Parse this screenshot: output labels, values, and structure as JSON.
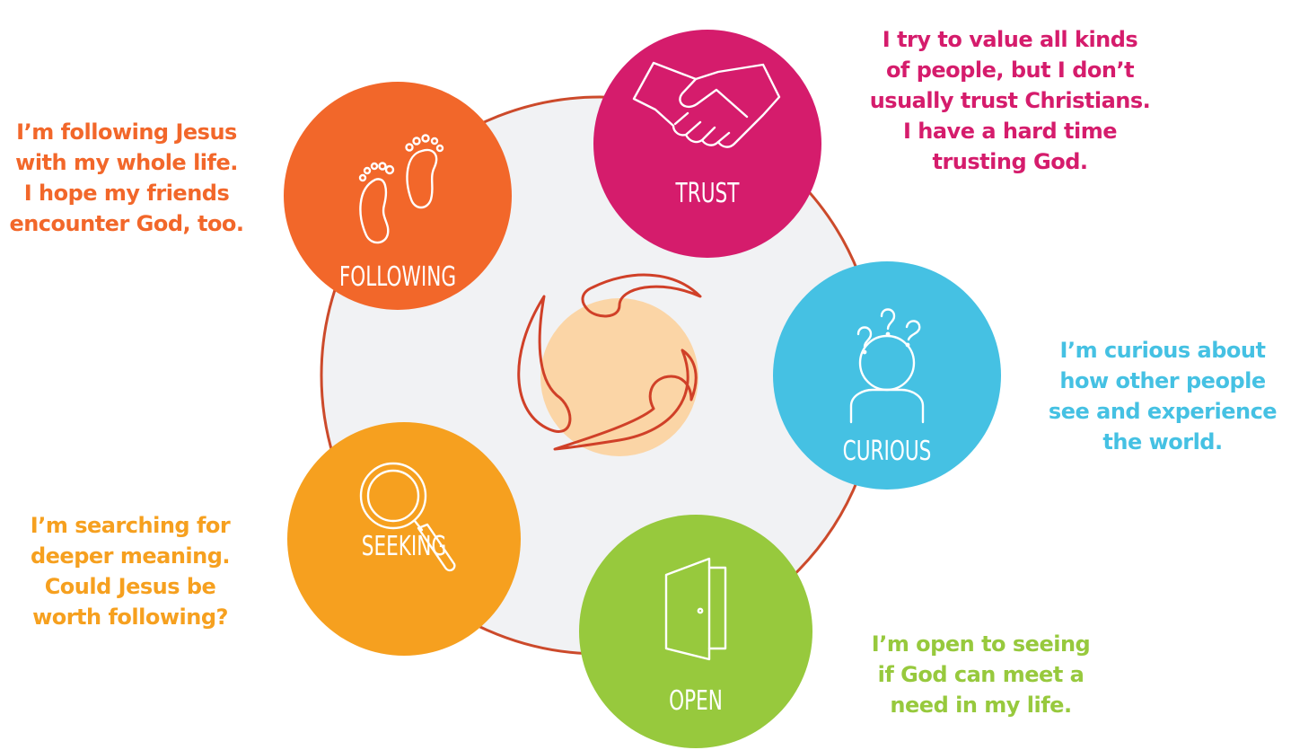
{
  "colors": {
    "following": "#f2672a",
    "trust": "#d51c6c",
    "curious": "#45c1e3",
    "open": "#97c93d",
    "seeking": "#f6a01f",
    "ring": "#cc4a2b",
    "center_fill": "#f1f2f4",
    "center_glow": "#fbd5a6"
  },
  "stages": {
    "trust": {
      "label": "TRUST",
      "icon": "handshake-icon",
      "description": [
        "I try to value all kinds",
        "of people, but I don’t",
        "usually trust Christians.",
        "I have a hard time",
        "trusting God."
      ]
    },
    "curious": {
      "label": "CURIOUS",
      "icon": "person-questions-icon",
      "description": [
        "I’m curious about",
        "how other people",
        "see and experience",
        "the world."
      ]
    },
    "open": {
      "label": "OPEN",
      "icon": "open-door-icon",
      "description": [
        "I’m open to seeing",
        "if God can meet a",
        "need in my life."
      ]
    },
    "seeking": {
      "label": "SEEKING",
      "icon": "magnifying-glass-icon",
      "description": [
        "I’m searching for",
        "deeper meaning.",
        "Could Jesus be",
        "worth following?"
      ]
    },
    "following": {
      "label": "FOLLOWING",
      "icon": "footprints-icon",
      "description": [
        "I’m following Jesus",
        "with my whole life.",
        "I hope my friends",
        "encounter God, too."
      ]
    }
  },
  "center": {
    "icon": "swirl-logo-icon"
  }
}
